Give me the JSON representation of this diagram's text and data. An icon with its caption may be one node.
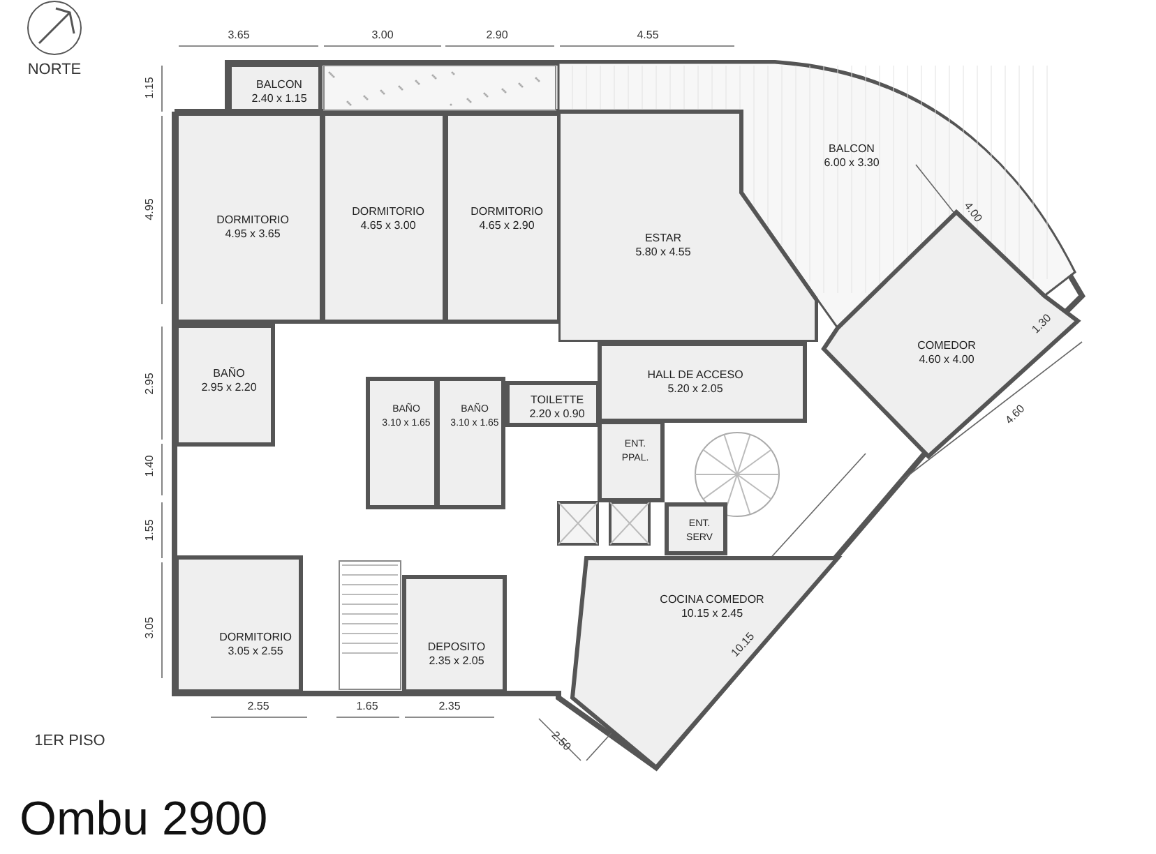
{
  "diagram": {
    "title": "Ombu 2900",
    "nodes": [
      {
        "text": [
          "BALCON",
          "2.40 x 1.15"
        ]
      },
      {
        "text": [
          "BALCON",
          "6.00 x 3.30"
        ]
      },
      {
        "text": [
          "DORMITORIO",
          "4.95 x 3.65"
        ]
      },
      {
        "text": [
          "DORMITORIO",
          "4.65 x 3.00"
        ]
      },
      {
        "text": [
          "DORMITORIO",
          "4.65 x 2.90"
        ]
      },
      {
        "text": [
          "ESTAR",
          "5.80 x 4.55"
        ]
      },
      {
        "text": [
          "COMEDOR",
          "4.60 x 4.00"
        ]
      },
      {
        "text": [
          "BAÑO",
          "2.95 x 2.20"
        ]
      },
      {
        "text": [
          "HALL DE ACCESO",
          "5.20 x 2.05"
        ]
      },
      {
        "text": [
          "TOILETTE",
          "2.20 x 0.90"
        ]
      },
      {
        "text": [
          "BAÑO",
          "3.10 x 1.65"
        ]
      },
      {
        "text": [
          "BAÑO",
          "3.10 x 1.65"
        ]
      },
      {
        "text": [
          "ENT. PPAL."
        ]
      },
      {
        "text": [
          "ENT. SERV"
        ]
      },
      {
        "text": [
          "COCINA COMEDOR",
          "10.15 x 2.45"
        ]
      },
      {
        "text": [
          "DORMITORIO",
          "3.05 x 2.55"
        ]
      },
      {
        "text": [
          "DEPOSITO",
          "2.35 x 2.05"
        ]
      }
    ],
    "labels": [
      "NORTE",
      "3.65",
      "3.00",
      "2.90",
      "4.55",
      "1.15",
      "4.95",
      "4.00",
      "1.30",
      "2.95",
      "1.40",
      "4.60",
      "1.55",
      "3.05",
      "10.15",
      "2.55",
      "1.65",
      "2.35",
      "2.50",
      "1ER PISO"
    ]
  }
}
